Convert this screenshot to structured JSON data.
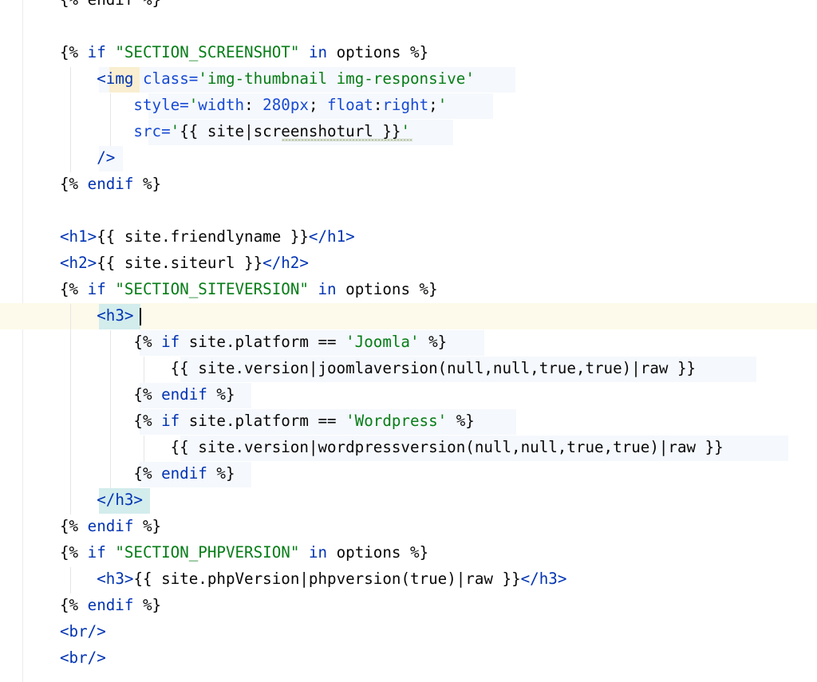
{
  "editor": {
    "lines": [
      [
        [
          "plain",
          "{% endif %}"
        ]
      ],
      [],
      [
        [
          "plain",
          "{% "
        ],
        [
          "kw",
          "if"
        ],
        [
          "plain",
          " "
        ],
        [
          "str",
          "\"SECTION_SCREENSHOT\""
        ],
        [
          "plain",
          " "
        ],
        [
          "kw",
          "in"
        ],
        [
          "plain",
          " options %}"
        ]
      ],
      [
        [
          "plain",
          "    "
        ],
        [
          "tag",
          "<img"
        ],
        [
          "plain",
          " "
        ],
        [
          "attr",
          "class="
        ],
        [
          "str",
          "'img-thumbnail img-responsive'"
        ]
      ],
      [
        [
          "plain",
          "        "
        ],
        [
          "attr",
          "style="
        ],
        [
          "str",
          "'"
        ],
        [
          "attr",
          "width"
        ],
        [
          "plain",
          ": "
        ],
        [
          "attr",
          "280px"
        ],
        [
          "plain",
          "; "
        ],
        [
          "attr",
          "float"
        ],
        [
          "plain",
          ":"
        ],
        [
          "attr",
          "right"
        ],
        [
          "plain",
          ";"
        ],
        [
          "str",
          "'"
        ]
      ],
      [
        [
          "plain",
          "        "
        ],
        [
          "attr",
          "src="
        ],
        [
          "str",
          "'"
        ],
        [
          "plain",
          "{{ site|screenshoturl }}"
        ],
        [
          "str",
          "'"
        ]
      ],
      [
        [
          "plain",
          "    "
        ],
        [
          "tag",
          "/>"
        ]
      ],
      [
        [
          "plain",
          "{% "
        ],
        [
          "kw",
          "endif"
        ],
        [
          "plain",
          " %}"
        ]
      ],
      [],
      [
        [
          "tag",
          "<h1>"
        ],
        [
          "plain",
          "{{ site.friendlyname }}"
        ],
        [
          "tag",
          "</h1>"
        ]
      ],
      [
        [
          "tag",
          "<h2>"
        ],
        [
          "plain",
          "{{ site.siteurl }}"
        ],
        [
          "tag",
          "</h2>"
        ]
      ],
      [
        [
          "plain",
          "{% "
        ],
        [
          "kw",
          "if"
        ],
        [
          "plain",
          " "
        ],
        [
          "str",
          "\"SECTION_SITEVERSION\""
        ],
        [
          "plain",
          " "
        ],
        [
          "kw",
          "in"
        ],
        [
          "plain",
          " options %}"
        ]
      ],
      [
        [
          "plain",
          "    "
        ],
        [
          "tag",
          "<h3>"
        ]
      ],
      [
        [
          "plain",
          "        {% "
        ],
        [
          "kw",
          "if"
        ],
        [
          "plain",
          " site.platform == "
        ],
        [
          "str",
          "'Joomla'"
        ],
        [
          "plain",
          " %}"
        ]
      ],
      [
        [
          "plain",
          "            {{ site.version|joomlaversion(null,null,true,true)|raw }}"
        ]
      ],
      [
        [
          "plain",
          "        {% "
        ],
        [
          "kw",
          "endif"
        ],
        [
          "plain",
          " %}"
        ]
      ],
      [
        [
          "plain",
          "        {% "
        ],
        [
          "kw",
          "if"
        ],
        [
          "plain",
          " site.platform == "
        ],
        [
          "str",
          "'Wordpress'"
        ],
        [
          "plain",
          " %}"
        ]
      ],
      [
        [
          "plain",
          "            {{ site.version|wordpressversion(null,null,true,true)|raw }}"
        ]
      ],
      [
        [
          "plain",
          "        {% "
        ],
        [
          "kw",
          "endif"
        ],
        [
          "plain",
          " %}"
        ]
      ],
      [
        [
          "plain",
          "    "
        ],
        [
          "tag",
          "</h3>"
        ]
      ],
      [
        [
          "plain",
          "{% "
        ],
        [
          "kw",
          "endif"
        ],
        [
          "plain",
          " %}"
        ]
      ],
      [
        [
          "plain",
          "{% "
        ],
        [
          "kw",
          "if"
        ],
        [
          "plain",
          " "
        ],
        [
          "str",
          "\"SECTION_PHPVERSION\""
        ],
        [
          "plain",
          " "
        ],
        [
          "kw",
          "in"
        ],
        [
          "plain",
          " options %}"
        ]
      ],
      [
        [
          "plain",
          "    "
        ],
        [
          "tag",
          "<h3>"
        ],
        [
          "plain",
          "{{ site.phpVersion|phpversion(true)|raw }}"
        ],
        [
          "tag",
          "</h3>"
        ]
      ],
      [
        [
          "plain",
          "{% "
        ],
        [
          "kw",
          "endif"
        ],
        [
          "plain",
          " %}"
        ]
      ],
      [
        [
          "tag",
          "<br/>"
        ]
      ],
      [
        [
          "tag",
          "<br/>"
        ]
      ]
    ]
  }
}
